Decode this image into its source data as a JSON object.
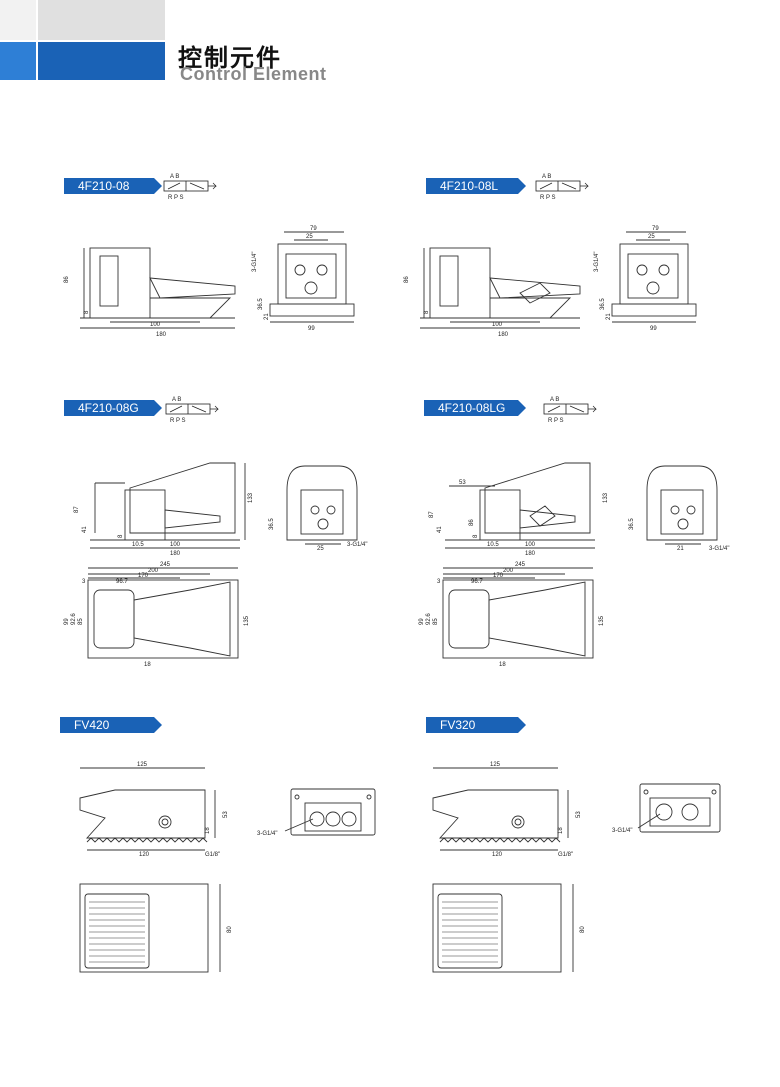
{
  "header": {
    "title_cn": "控制元件",
    "title_en": "Control Element",
    "colors": {
      "accent": "#1a62b6",
      "accent_light": "#2e7fd6",
      "corner_gray": "#e0e0e0"
    }
  },
  "sections": [
    {
      "model": "4F210-08",
      "symbol": {
        "top": "A B",
        "bottom": "R P S"
      },
      "dims": [
        "86",
        "100",
        "180",
        "8",
        "79",
        "25",
        "3-G1/4\"",
        "36.5",
        "21",
        "99"
      ]
    },
    {
      "model": "4F210-08L",
      "symbol": {
        "top": "A B",
        "bottom": "R P S"
      },
      "dims": [
        "86",
        "100",
        "180",
        "8",
        "79",
        "25",
        "3-G1/4\"",
        "36.5",
        "21",
        "99"
      ]
    },
    {
      "model": "4F210-08G",
      "symbol": {
        "top": "A B",
        "bottom": "R P S"
      },
      "dims": [
        "87",
        "41",
        "8",
        "10.5",
        "100",
        "180",
        "133",
        "36.5",
        "25",
        "3-G1/4\"",
        "245",
        "200",
        "170",
        "96.7",
        "3",
        "99",
        "92.6",
        "85",
        "135",
        "18"
      ]
    },
    {
      "model": "4F210-08LG",
      "symbol": {
        "top": "A B",
        "bottom": "R P S"
      },
      "dims": [
        "53",
        "87",
        "41",
        "86",
        "8",
        "10.5",
        "100",
        "180",
        "133",
        "36.5",
        "21",
        "3-G1/4\"",
        "245",
        "200",
        "170",
        "96.7",
        "3",
        "99",
        "92.6",
        "85",
        "135",
        "18"
      ]
    },
    {
      "model": "FV420",
      "dims": [
        "125",
        "53",
        "18",
        "120",
        "G1/8\"",
        "3-G1/4\"",
        "80"
      ]
    },
    {
      "model": "FV320",
      "dims": [
        "125",
        "53",
        "18",
        "120",
        "G1/8\"",
        "3-G1/4\"",
        "80"
      ]
    }
  ]
}
